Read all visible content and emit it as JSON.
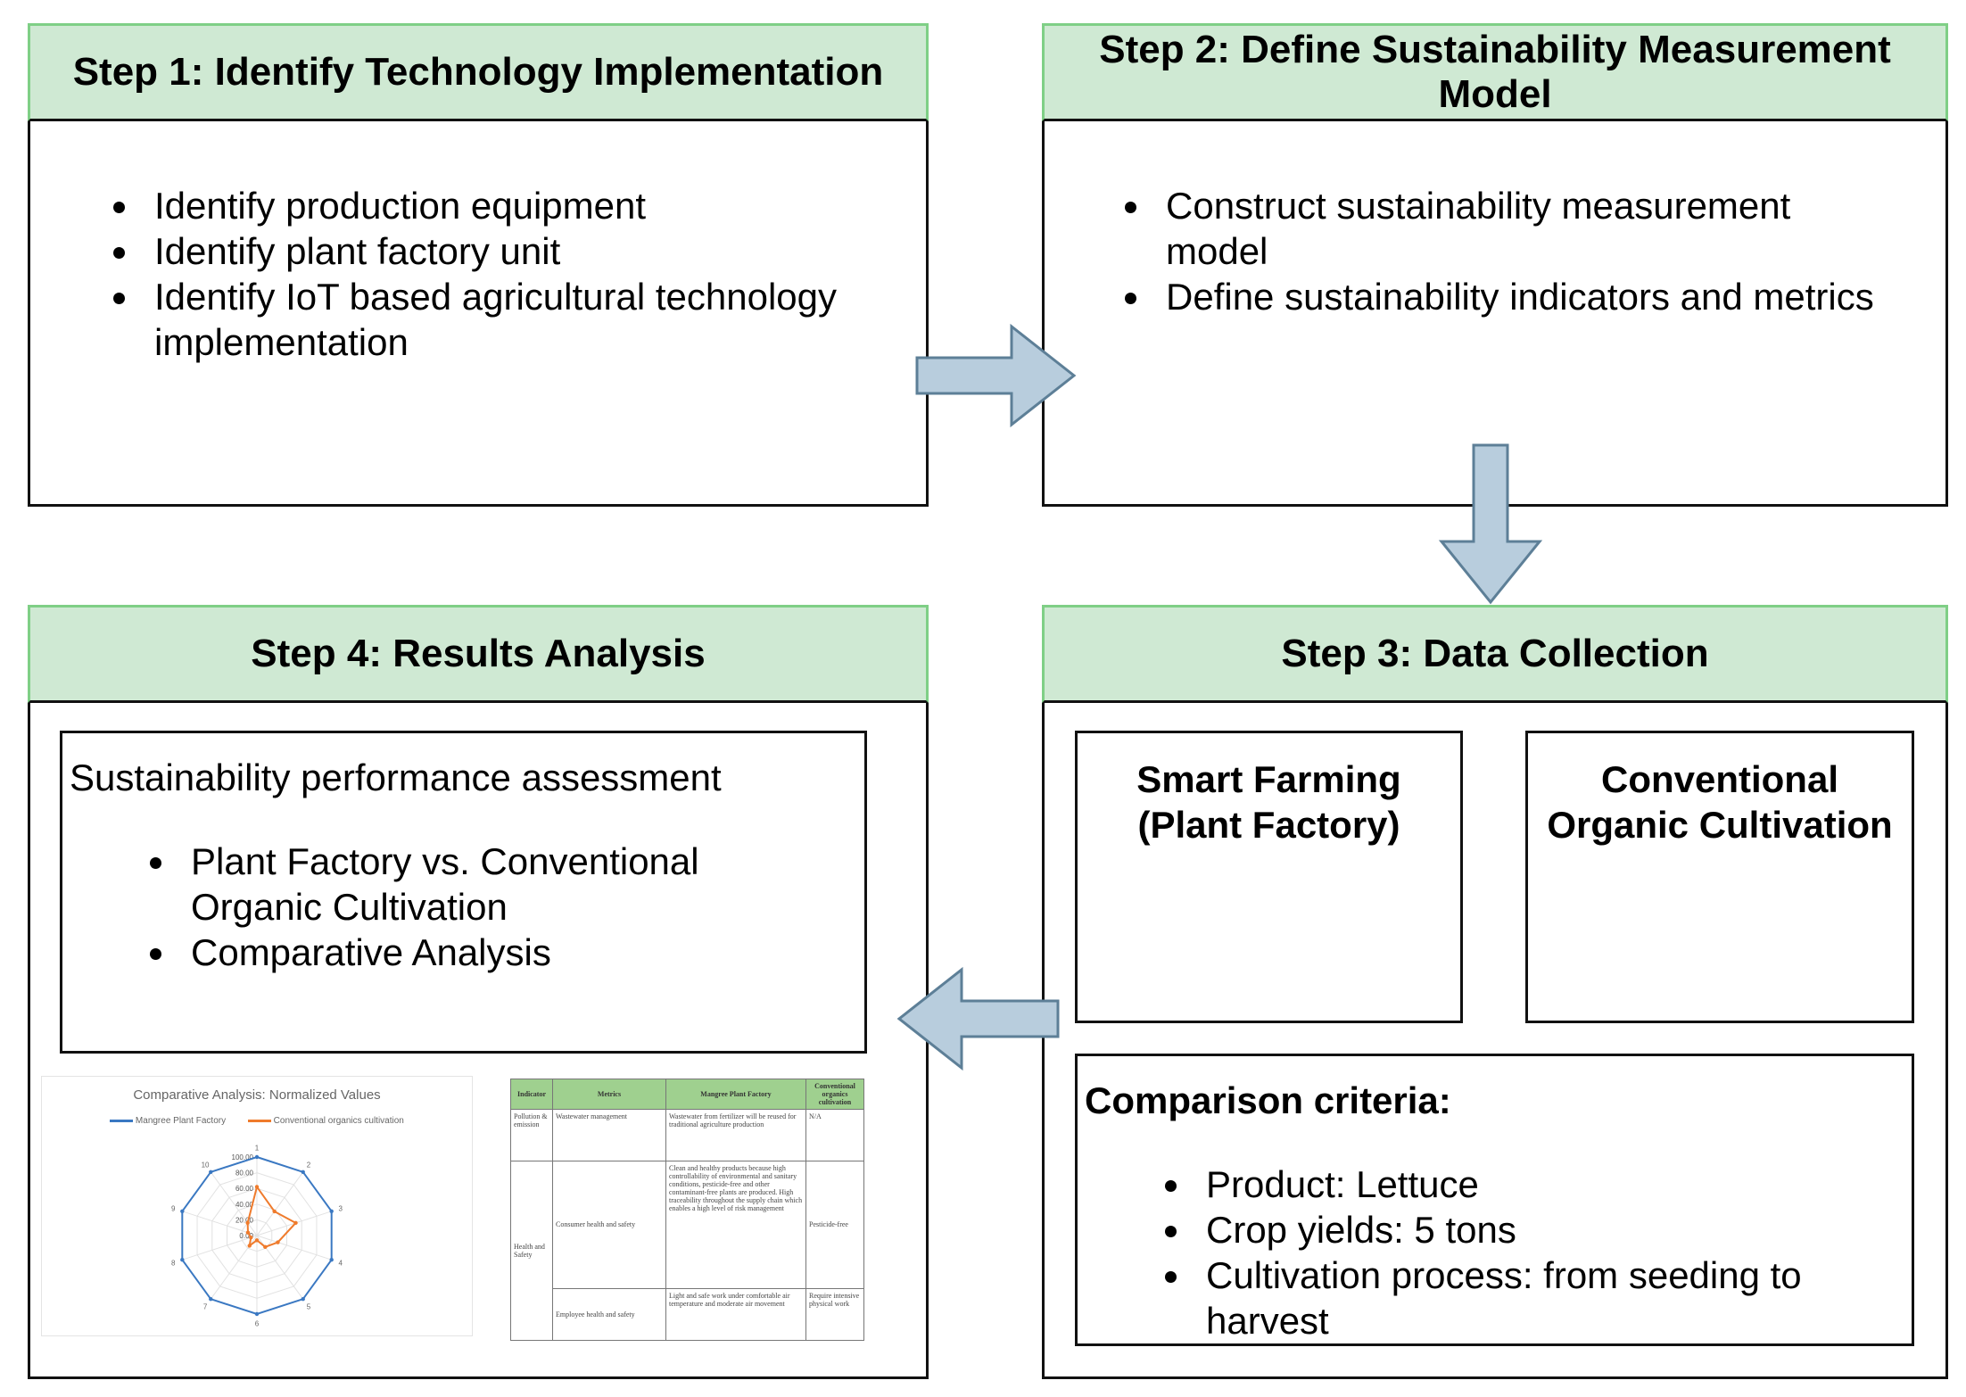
{
  "step1": {
    "title": "Step 1: Identify Technology Implementation",
    "bullets": [
      "Identify production equipment",
      "Identify plant factory unit",
      "Identify IoT based agricultural technology implementation"
    ]
  },
  "step2": {
    "title": "Step 2: Define Sustainability Measurement Model",
    "bullets": [
      "Construct sustainability measurement model",
      "Define sustainability indicators and metrics"
    ]
  },
  "step3": {
    "title": "Step 3: Data Collection",
    "smart_farming": "Smart Farming (Plant Factory)",
    "conventional": "Conventional Organic Cultivation",
    "criteria_title": "Comparison criteria:",
    "criteria": [
      "Product: Lettuce",
      "Crop yields: 5 tons",
      "Cultivation process: from seeding to harvest"
    ]
  },
  "step4": {
    "title": "Step 4: Results Analysis",
    "assessment_title": "Sustainability performance assessment",
    "bullets": [
      "Plant Factory vs. Conventional Organic Cultivation",
      "Comparative Analysis"
    ]
  },
  "radar": {
    "title": "Comparative Analysis: Normalized Values",
    "legend": [
      "Mangree Plant Factory",
      "Conventional organics cultivation"
    ],
    "ticks": [
      "100.00",
      "80.00",
      "60.00",
      "40.00",
      "20.00",
      "0.00"
    ],
    "axis_labels": [
      "1",
      "2",
      "3",
      "4",
      "5",
      "6",
      "7",
      "8",
      "9",
      "10"
    ],
    "series": [
      {
        "name": "Mangree Plant Factory",
        "color": "#3a78c2",
        "values": [
          100,
          100,
          100,
          100,
          100,
          100,
          100,
          100,
          100,
          100
        ]
      },
      {
        "name": "Conventional organics cultivation",
        "color": "#ef7b2c",
        "values": [
          62,
          38,
          52,
          28,
          18,
          6,
          16,
          8,
          12,
          20
        ]
      }
    ]
  },
  "table": {
    "headers": [
      "Indicator",
      "Metrics",
      "Mangree Plant Factory",
      "Conventional organics cultivation"
    ],
    "rows": [
      [
        "Pollution & emission",
        "Wastewater management",
        "Wastewater from fertilizer will be reused for traditional agriculture production",
        "N/A"
      ],
      [
        "Health and Safety",
        "Consumer health and safety",
        "Clean and healthy products because high controllability of environmental and sanitary conditions, pesticide-free and other contaminant-free plants are produced. High traceability throughout the supply chain which enables a high level of risk management",
        "Pesticide-free"
      ],
      [
        "",
        "Employee health and safety",
        "Light and safe work under comfortable air temperature and moderate air movement",
        "Require intensive physical work"
      ]
    ]
  },
  "colors": {
    "header_fill": "#cfe9d3",
    "header_border": "#7fcf86",
    "arrow_fill": "#b8cddd",
    "arrow_stroke": "#5d7f97"
  }
}
